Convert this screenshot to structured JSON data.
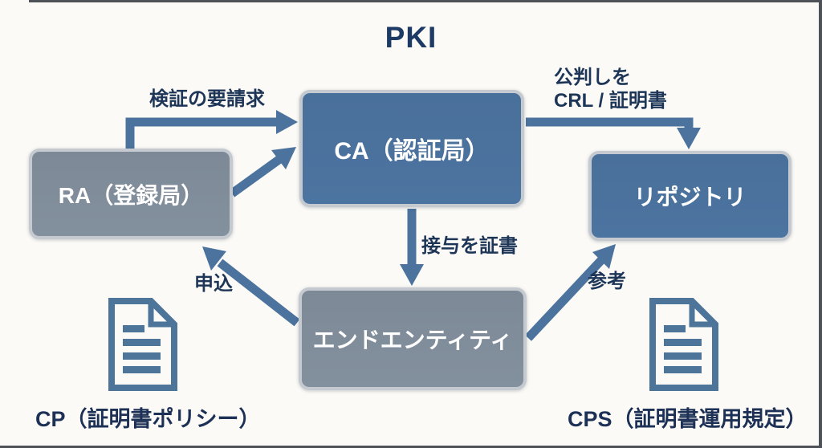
{
  "title": "PKI",
  "boxes": {
    "ra": {
      "label": "RA（登録局）"
    },
    "ca": {
      "label": "CA（認証局）"
    },
    "repository": {
      "label": "リポジトリ"
    },
    "end_entity": {
      "label": "エンドエンティティ"
    }
  },
  "arrow_labels": {
    "verification_request": "検証の要請求",
    "publish": "公判しを\nCRL / 証明書",
    "issue_certificate": "接与を証書",
    "application": "申込",
    "reference": "参考"
  },
  "documents": {
    "cp": {
      "label": "CP（証明書ポリシー）",
      "icon": "document-icon"
    },
    "cps": {
      "label": "CPS（証明書運用規定）",
      "icon": "document-icon"
    }
  },
  "colors": {
    "accent_blue": "#4b739d",
    "slate_gray": "#808d9b",
    "navy_text": "#1d3557",
    "background": "#fbfaf7",
    "box_border": "#c5cad0",
    "box_text": "#ffffff"
  }
}
